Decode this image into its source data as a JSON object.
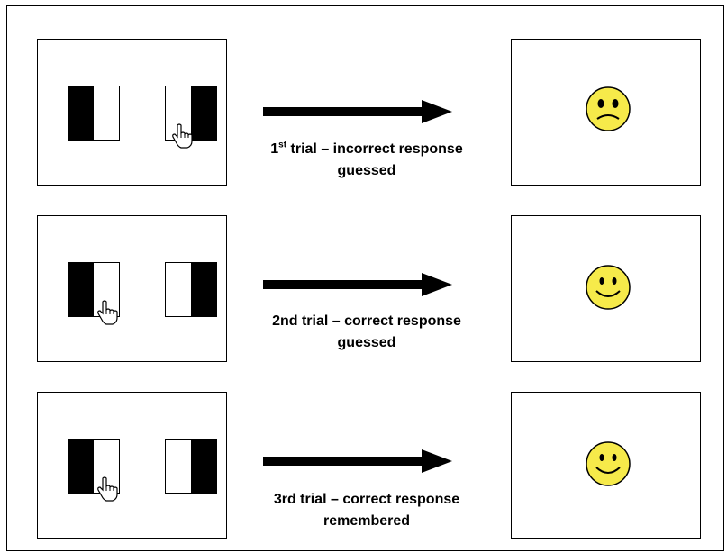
{
  "rows": [
    {
      "caption_num": "1",
      "caption_sup": "st",
      "caption_rest": " trial – incorrect response",
      "caption_line2": "guessed",
      "outcome": "sad-face-icon",
      "selected": "right"
    },
    {
      "caption_num": "2nd",
      "caption_sup": "",
      "caption_rest": " trial – correct response",
      "caption_line2": "guessed",
      "outcome": "smiley-face-icon",
      "selected": "left"
    },
    {
      "caption_num": "3rd",
      "caption_sup": "",
      "caption_rest": " trial – correct response",
      "caption_line2": "remembered",
      "outcome": "smiley-face-icon",
      "selected": "left"
    }
  ],
  "colors": {
    "face_fill": "#f6ea4a",
    "face_stroke": "#000000",
    "arrow": "#000000"
  }
}
